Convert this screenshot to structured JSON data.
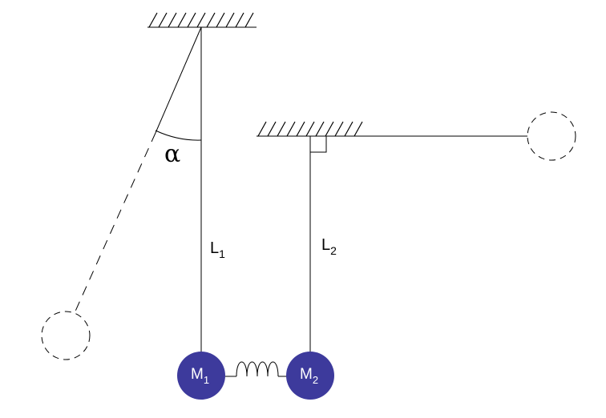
{
  "angle_label": "α",
  "pendulum_1": {
    "length_label": "L",
    "length_subscript": "1",
    "mass_label": "M",
    "mass_subscript": "1"
  },
  "pendulum_2": {
    "length_label": "L",
    "length_subscript": "2",
    "mass_label": "M",
    "mass_subscript": "2"
  },
  "colors": {
    "mass_fill": "#3d3a9c",
    "mass_label": "#ffffff",
    "line": "#000000"
  }
}
